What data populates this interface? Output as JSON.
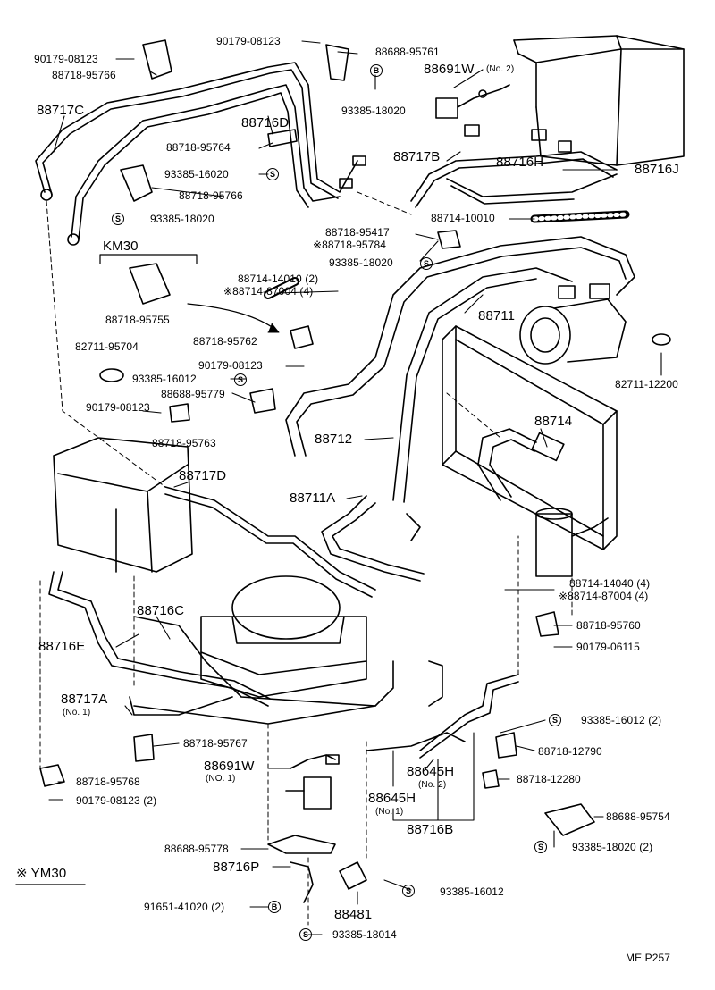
{
  "labels": {
    "p90179_08123_a": "90179-08123",
    "p88718_95766_a": "88718-95766",
    "p90179_08123_b": "90179-08123",
    "p88688_95761": "88688-95761",
    "p93385_18020_a": "93385-18020",
    "p88691W_top": "88691W",
    "p88691W_top_no": "(No. 2)",
    "p88717C": "88717C",
    "p88716D": "88716D",
    "p88718_95764": "88718-95764",
    "p93385_16020": "93385-16020",
    "p88718_95766_b": "88718-95766",
    "p93385_18020_b": "93385-18020",
    "p88717B": "88717B",
    "p88716H": "88716H",
    "p88716J": "88716J",
    "p88714_10010": "88714-10010",
    "p88718_95417": "88718-95417",
    "p88718_95784": "88718-95784",
    "p93385_18020_c": "93385-18020",
    "km30": "KM30",
    "p88714_14010": "88714-14010 (2)",
    "p88714_87004_a": "88714-87004 (4)",
    "p88718_95755": "88718-95755",
    "p88711": "88711",
    "p88718_95762": "88718-95762",
    "p82711_95704": "82711-95704",
    "p90179_08123_c": "90179-08123",
    "p93385_16012_a": "93385-16012",
    "p88688_95779": "88688-95779",
    "p90179_08123_d": "90179-08123",
    "p88718_95763": "88718-95763",
    "p82711_12200": "82711-12200",
    "p88714": "88714",
    "p88712": "88712",
    "p88717D": "88717D",
    "p88711A": "88711A",
    "p88714_14040": "88714-14040 (4)",
    "p88714_87004_b": "88714-87004 (4)",
    "p88716C": "88716C",
    "p88718_95760": "88718-95760",
    "p90179_06115": "90179-06115",
    "p88716E": "88716E",
    "p88717A": "88717A",
    "p88717A_no": "(No. 1)",
    "p93385_16012_b": "93385-16012 (2)",
    "p88718_95767": "88718-95767",
    "p88718_12790": "88718-12790",
    "p88718_95768": "88718-95768",
    "p88691W_bot": "88691W",
    "p88691W_bot_no": "(NO. 1)",
    "p88645H_a": "88645H",
    "p88645H_a_no": "(No. 2)",
    "p88718_12280": "88718-12280",
    "p90179_08123_e": "90179-08123 (2)",
    "p88645H_b": "88645H",
    "p88645H_b_no": "(No. 1)",
    "p88716B": "88716B",
    "p88688_95754": "88688-95754",
    "p93385_18020_d": "93385-18020 (2)",
    "p88688_95778": "88688-95778",
    "p88716P": "88716P",
    "ym30": "YM30",
    "p93385_16012_c": "93385-16012",
    "p91651_41020": "91651-41020 (2)",
    "p88481": "88481",
    "p93385_18014": "93385-18014",
    "pageref": "ME  P257"
  },
  "symbols": {
    "s": "S",
    "b": "B",
    "star": "※"
  }
}
